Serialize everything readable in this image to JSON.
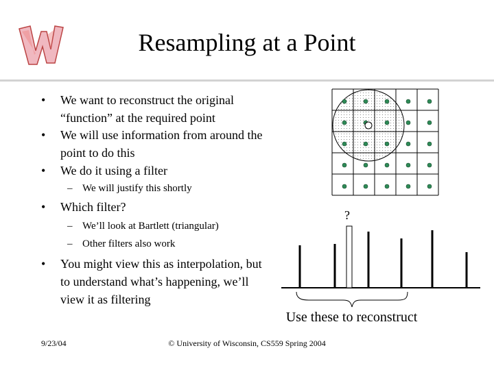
{
  "slide": {
    "title": "Resampling at a Point",
    "logo_name": "motion-w-logo",
    "bullets": [
      {
        "level": 1,
        "marker": "•",
        "text": "We want to reconstruct the original “function” at the required point"
      },
      {
        "level": 1,
        "marker": "•",
        "text": "We will use information from around the point to do this"
      },
      {
        "level": 1,
        "marker": "•",
        "text": "We do it using a filter"
      },
      {
        "level": 2,
        "marker": "–",
        "text": "We will justify this shortly"
      },
      {
        "level": 1,
        "marker": "•",
        "text": "Which filter?"
      },
      {
        "level": 2,
        "marker": "–",
        "text": "We’ll look at Bartlett (triangular)"
      },
      {
        "level": 2,
        "marker": "–",
        "text": "Other filters also work"
      },
      {
        "level": 1,
        "marker": "•",
        "text": "You might view this as interpolation, but to understand what’s happening, we’ll view it as filtering"
      }
    ],
    "figure": {
      "question_mark": "?",
      "caption": "Use these to reconstruct",
      "grid": {
        "rows": 5,
        "cols": 5,
        "dot_color": "#2e8b57"
      },
      "bars_count": 6
    },
    "footer": {
      "date": "9/23/04",
      "copyright": "© University of Wisconsin, CS559 Spring 2004"
    }
  }
}
